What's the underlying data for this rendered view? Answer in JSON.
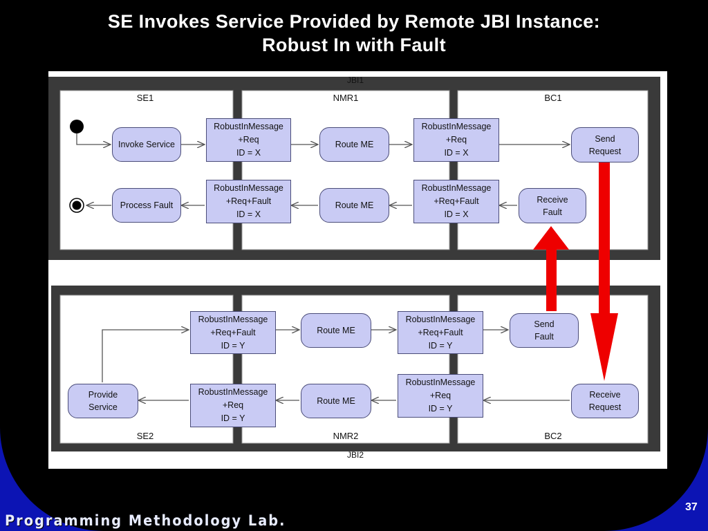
{
  "slide": {
    "title_line1": "SE Invokes Service Provided by Remote JBI Instance:",
    "title_line2": "Robust In with Fault",
    "footer": "Programming Methodology Lab.",
    "page_number": "37"
  },
  "colors": {
    "slide_bg": "#0c14b4",
    "panel": "#000000",
    "node_fill": "#c9cbf4",
    "arrow_red": "#ee0000"
  },
  "diagram": {
    "jbi1": {
      "label": "JBI1",
      "sections": {
        "se": "SE1",
        "nmr": "NMR1",
        "bc": "BC1"
      },
      "invoke_service": "Invoke Service",
      "req_msg_se": {
        "l1": "RobustInMessage",
        "l2": "+Req",
        "l3": "ID = X"
      },
      "route_top": "Route ME",
      "req_msg_nmr": {
        "l1": "RobustInMessage",
        "l2": "+Req",
        "l3": "ID = X"
      },
      "send_request": {
        "l1": "Send",
        "l2": "Request"
      },
      "process_fault": "Process Fault",
      "fault_msg_se": {
        "l1": "RobustInMessage",
        "l2": "+Req+Fault",
        "l3": "ID = X"
      },
      "route_bottom": "Route ME",
      "fault_msg_nmr": {
        "l1": "RobustInMessage",
        "l2": "+Req+Fault",
        "l3": "ID = X"
      },
      "receive_fault": {
        "l1": "Receive",
        "l2": "Fault"
      }
    },
    "jbi2": {
      "label": "JBI2",
      "sections": {
        "se": "SE2",
        "nmr": "NMR2",
        "bc": "BC2"
      },
      "fault_msg_se": {
        "l1": "RobustInMessage",
        "l2": "+Req+Fault",
        "l3": "ID = Y"
      },
      "route_top": "Route ME",
      "fault_msg_nmr": {
        "l1": "RobustInMessage",
        "l2": "+Req+Fault",
        "l3": "ID = Y"
      },
      "send_fault": {
        "l1": "Send",
        "l2": "Fault"
      },
      "provide_service": {
        "l1": "Provide",
        "l2": "Service"
      },
      "req_msg_se": {
        "l1": "RobustInMessage",
        "l2": "+Req",
        "l3": "ID = Y"
      },
      "route_bottom": "Route ME",
      "req_msg_nmr": {
        "l1": "RobustInMessage",
        "l2": "+Req",
        "l3": "ID = Y"
      },
      "receive_request": {
        "l1": "Receive",
        "l2": "Request"
      }
    }
  }
}
